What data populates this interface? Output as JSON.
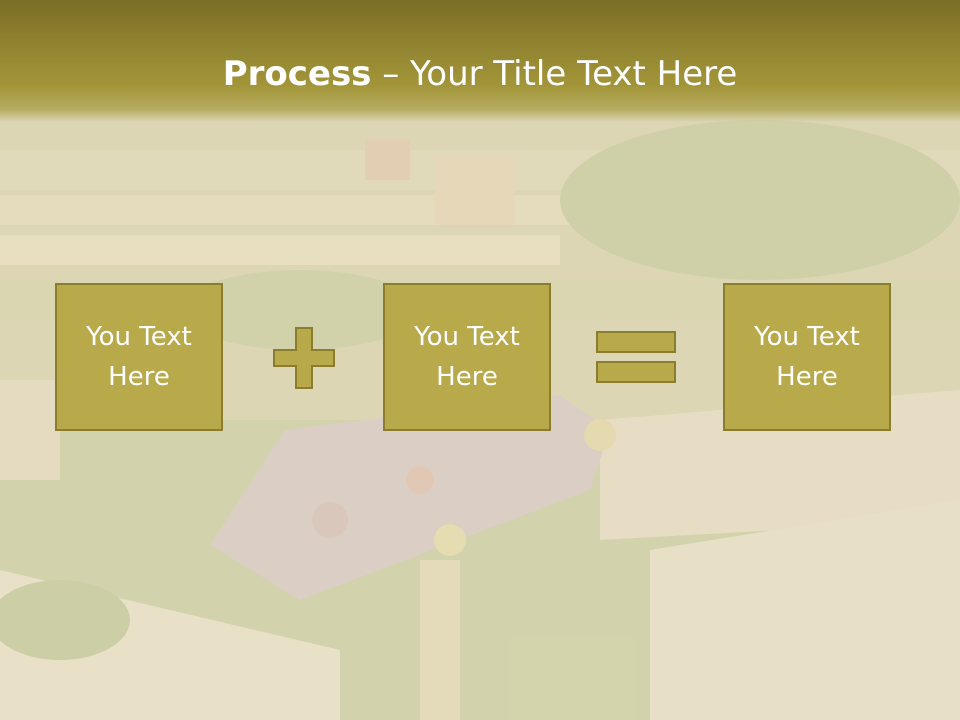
{
  "title": {
    "bold": "Process",
    "rest": " – Your Title Text Here"
  },
  "boxes": [
    {
      "label": "You Text\nHere"
    },
    {
      "label": "You Text\nHere"
    },
    {
      "label": "You Text\nHere"
    }
  ],
  "operators": [
    "plus-icon",
    "equals-icon"
  ],
  "colors": {
    "title_bar": "#8f8230",
    "box_fill": "#b8a94a",
    "box_border": "#8a7d2e",
    "text": "#ffffff"
  }
}
